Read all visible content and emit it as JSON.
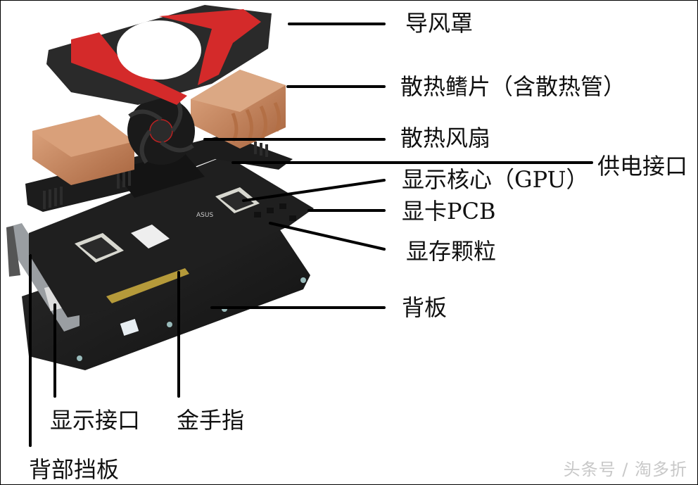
{
  "diagram": {
    "subject": "Exploded view of a graphics card",
    "labels": {
      "shroud": "导风罩",
      "heatsink_fins": "散热鳍片（含散热管）",
      "fan": "散热风扇",
      "power_connector": "供电接口",
      "gpu_core": "显示核心（GPU）",
      "pcb": "显卡PCB",
      "memory_chips": "显存颗粒",
      "backplate": "背板",
      "display_ports": "显示接口",
      "gold_fingers": "金手指",
      "rear_bracket": "背部挡板"
    },
    "brand_marking": "ASUS"
  },
  "watermark": "头条号 / 淘多折",
  "colors": {
    "shroud_red": "#d42a2a",
    "shroud_black": "#2a2a2a",
    "copper": "#c98a5e",
    "pcb": "#1e1e1e",
    "gold": "#b59a3a",
    "text": "#111111",
    "leader_line": "#000000"
  }
}
